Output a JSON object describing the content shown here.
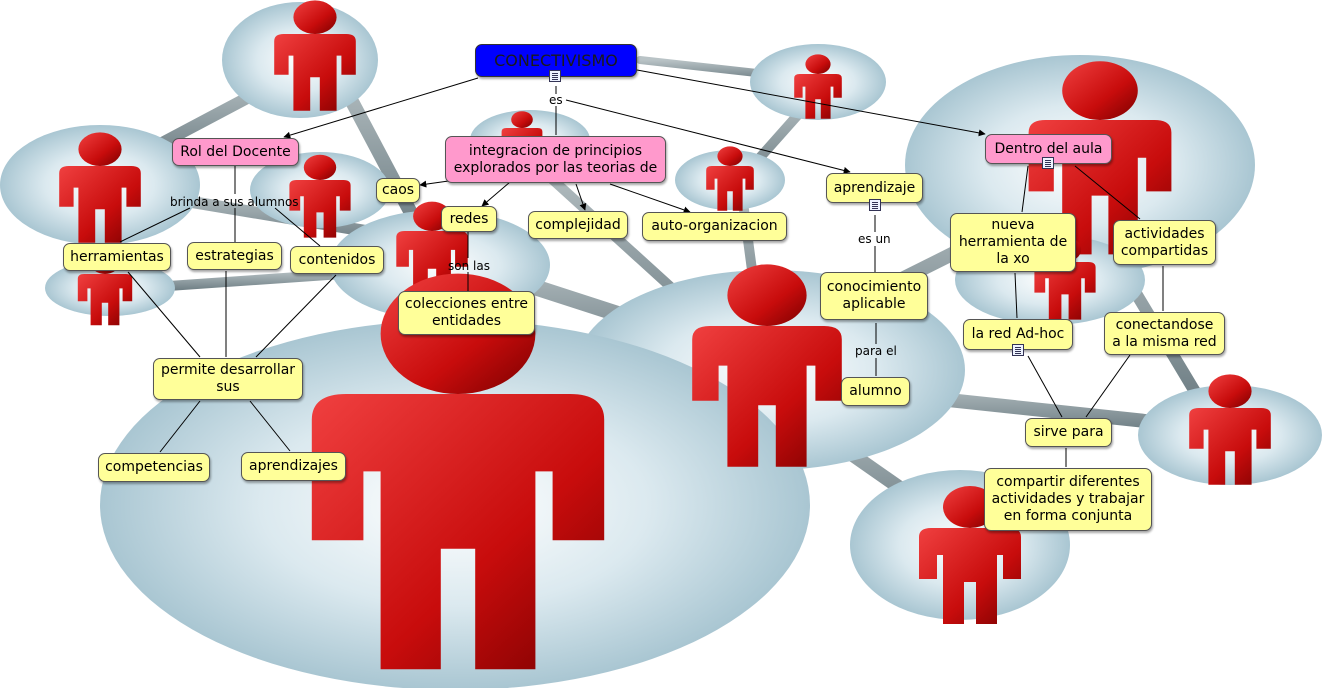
{
  "map": {
    "root": "CONECTIVISMO",
    "nodes": {
      "rol_docente": "Rol del Docente",
      "integracion": "integracion de principios explorados por las teorias de",
      "aprendizaje": "aprendizaje",
      "dentro_aula": "Dentro del aula",
      "caos": "caos",
      "redes": "redes",
      "complejidad": "complejidad",
      "auto_organizacion": "auto-organizacion",
      "herramientas": "herramientas",
      "estrategias": "estrategias",
      "contenidos": "contenidos",
      "colecciones": "colecciones entre entidades",
      "conocimiento": "conocimiento aplicable",
      "alumno": "alumno",
      "nueva_herramienta": "nueva herramienta de la xo",
      "actividades_compartidas": "actividades compartidas",
      "red_adhoc": "la red Ad-hoc",
      "conectandose": "conectandose a la misma red",
      "sirve_para": "sirve para",
      "compartir": "compartir diferentes actividades y trabajar en forma conjunta",
      "permite": "permite desarrollar sus",
      "competencias": "competencias",
      "aprendizajes": "aprendizajes"
    },
    "link_labels": {
      "es": "es",
      "brinda": "brinda a sus alumnos",
      "son_las": "son las",
      "es_un": "es un",
      "para_el": "para el"
    }
  },
  "colors": {
    "root_fill": "#0000ff",
    "concept_fill": "#ffff99",
    "category_fill": "#ff99cc",
    "link_line": "#000000",
    "person_red": "#cc1111",
    "disc": "#c8dde6"
  },
  "icons": [
    "document-icon"
  ]
}
